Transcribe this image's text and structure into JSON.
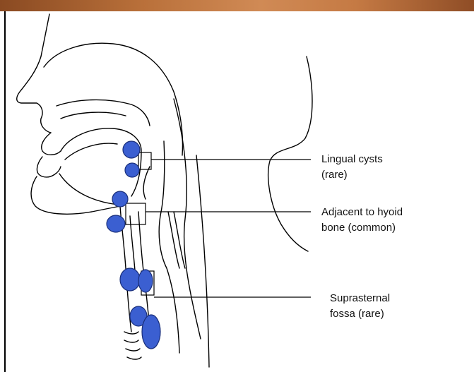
{
  "labels": {
    "lingual": {
      "line1": "Lingual cysts",
      "line2": "(rare)"
    },
    "hyoid": {
      "line1": "Adjacent to hyoid",
      "line2": "bone (common)"
    },
    "suprasternal": {
      "line1": "Suprasternal",
      "line2": "fossa (rare)"
    }
  },
  "colors": {
    "cyst_fill": "#3b5fd1",
    "cyst_stroke": "#1a2f7a",
    "outline": "#000000",
    "top_band": "#b9703a"
  }
}
